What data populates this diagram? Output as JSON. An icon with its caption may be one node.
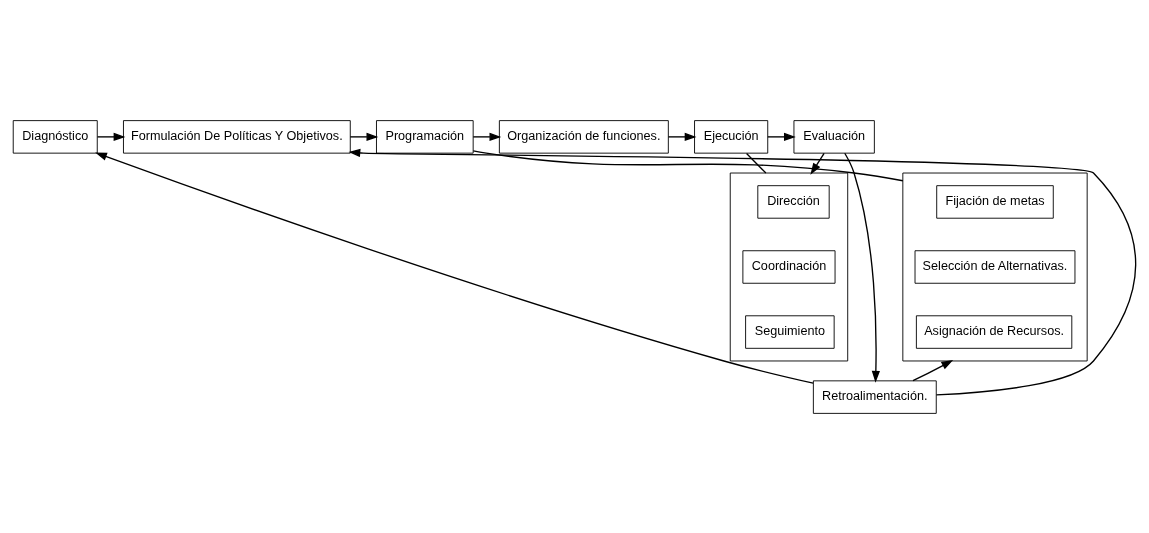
{
  "diagram": {
    "nodes": [
      {
        "text": [
          "Diagnóstico"
        ]
      },
      {
        "text": [
          "Formulación De Políticas Y Objetivos."
        ]
      },
      {
        "text": [
          "Programación"
        ]
      },
      {
        "text": [
          "Organización de funciones."
        ]
      },
      {
        "text": [
          "Ejecución"
        ]
      },
      {
        "text": [
          "Evaluación"
        ]
      },
      {
        "text": [],
        "shape": "box"
      },
      {
        "text": [
          "Fijación de metas"
        ],
        "in": 6
      },
      {
        "text": [
          "Selección de Alternativas."
        ],
        "in": 6
      },
      {
        "text": [
          "Asignación de Recursos."
        ],
        "in": 6
      },
      {
        "text": [],
        "shape": "box"
      },
      {
        "text": [
          "Dirección"
        ],
        "in": 10
      },
      {
        "text": [
          "Coordinación"
        ],
        "in": 10
      },
      {
        "text": [
          "Seguimiento"
        ],
        "in": 10
      },
      {
        "text": [
          "Retroalimentación."
        ]
      }
    ],
    "edges": [
      {
        "from": 0,
        "to": 1,
        "arrow": "to"
      },
      {
        "from": 1,
        "to": 2,
        "arrow": "to"
      },
      {
        "from": 2,
        "to": 3,
        "arrow": "to"
      },
      {
        "from": 3,
        "to": 4,
        "arrow": "to"
      },
      {
        "from": 4,
        "to": 5,
        "arrow": "to"
      },
      {
        "from": 2,
        "to": 6,
        "arrow": "none"
      },
      {
        "from": 4,
        "to": 10,
        "arrow": "none"
      },
      {
        "from": 5,
        "to": 14,
        "arrow": "to"
      },
      {
        "from": 5,
        "to": 10,
        "arrow": "to"
      },
      {
        "from": 14,
        "to": 0,
        "arrow": "to"
      },
      {
        "from": 14,
        "to": 1,
        "arrow": "to"
      },
      {
        "from": 14,
        "to": 6,
        "arrow": "to"
      }
    ]
  }
}
